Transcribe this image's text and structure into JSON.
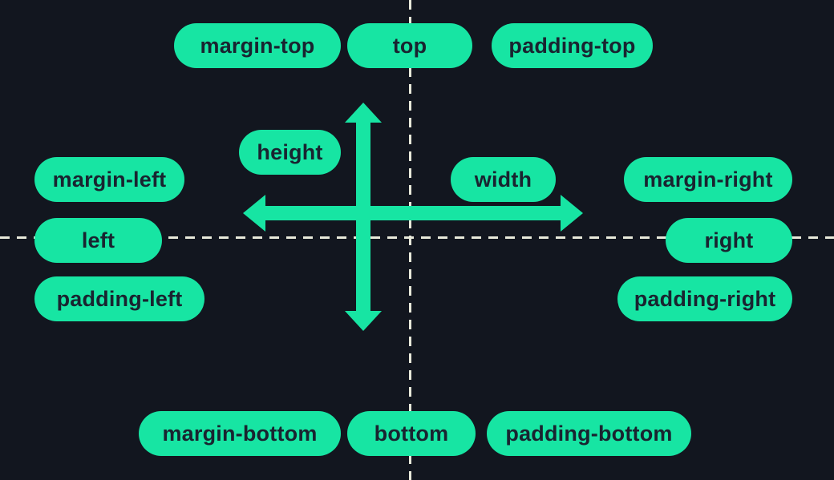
{
  "labels": {
    "margin_top": "margin-top",
    "top": "top",
    "padding_top": "padding-top",
    "height": "height",
    "width": "width",
    "margin_left": "margin-left",
    "margin_right": "margin-right",
    "left": "left",
    "right": "right",
    "padding_left": "padding-left",
    "padding_right": "padding-right",
    "margin_bottom": "margin-bottom",
    "bottom": "bottom",
    "padding_bottom": "padding-bottom"
  },
  "icons": {
    "height_axis": "double-headed-arrow-vertical",
    "width_axis": "double-headed-arrow-horizontal",
    "crosshair": "dashed-cross-axes"
  },
  "colors": {
    "background": "#12161f",
    "pill": "#17e5a3",
    "pill_text": "#192430",
    "dash": "#e8e9da",
    "arrow": "#17e5a3"
  }
}
